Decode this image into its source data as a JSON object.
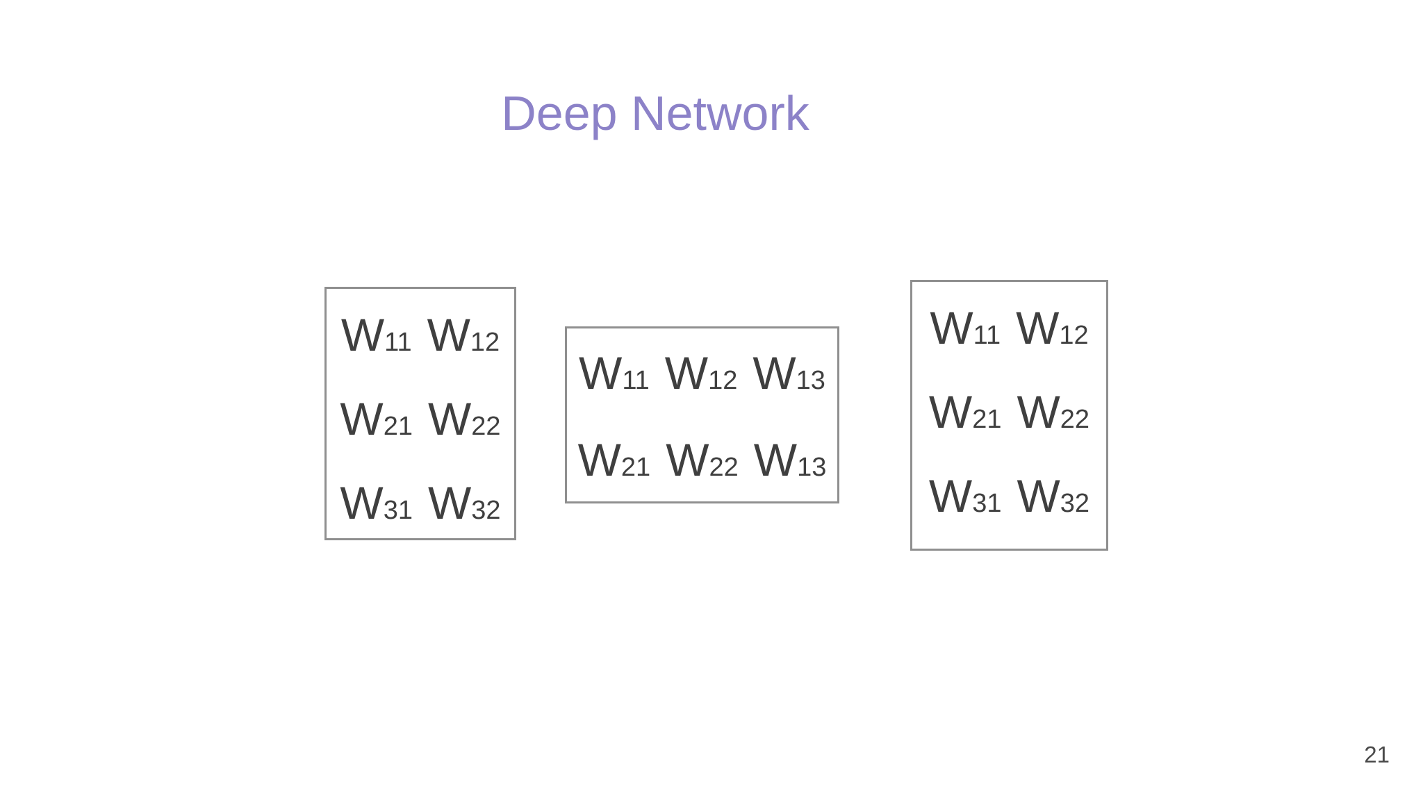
{
  "slide": {
    "title": "Deep Network",
    "page_number": "21",
    "colors": {
      "title": "#8C82C8",
      "matrix_text": "#3F3F3F",
      "box_border": "#8F8F8F",
      "page_number": "#4A4A4A",
      "background": "#FFFFFF"
    }
  },
  "matrices": [
    {
      "name": "weight-matrix-1",
      "rows": [
        [
          {
            "b": "W",
            "s": "11"
          },
          {
            "b": "W",
            "s": "12"
          }
        ],
        [
          {
            "b": "W",
            "s": "21"
          },
          {
            "b": "W",
            "s": "22"
          }
        ],
        [
          {
            "b": "W",
            "s": "31"
          },
          {
            "b": "W",
            "s": "32"
          }
        ]
      ]
    },
    {
      "name": "weight-matrix-2",
      "rows": [
        [
          {
            "b": "W",
            "s": "11"
          },
          {
            "b": "W",
            "s": "12"
          },
          {
            "b": "W",
            "s": "13"
          }
        ],
        [
          {
            "b": "W",
            "s": "21"
          },
          {
            "b": "W",
            "s": "22"
          },
          {
            "b": "W",
            "s": "13"
          }
        ]
      ]
    },
    {
      "name": "weight-matrix-3",
      "rows": [
        [
          {
            "b": "W",
            "s": "11"
          },
          {
            "b": "W",
            "s": "12"
          }
        ],
        [
          {
            "b": "W",
            "s": "21"
          },
          {
            "b": "W",
            "s": "22"
          }
        ],
        [
          {
            "b": "W",
            "s": "31"
          },
          {
            "b": "W",
            "s": "32"
          }
        ]
      ]
    }
  ]
}
